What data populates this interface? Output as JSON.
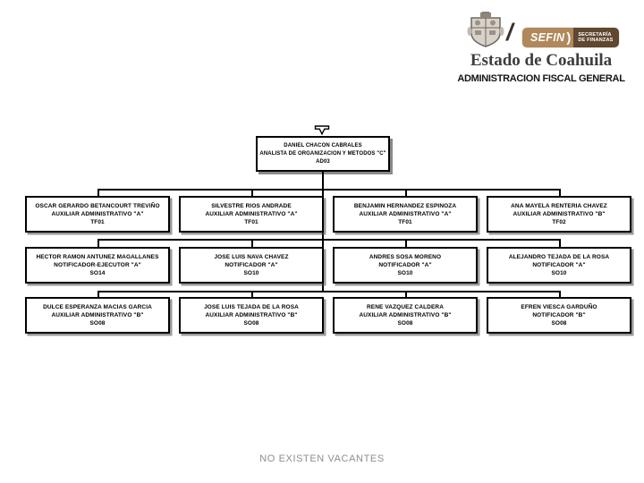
{
  "header": {
    "brand_slash": "/",
    "sefin_label": "SEFIN",
    "sefin_divider": ")",
    "secretaria_line1": "SECRETARÍA",
    "secretaria_line2": "DE FINANZAS",
    "state_name": "Estado de Coahuila",
    "title": "ADMINISTRACION FISCAL GENERAL",
    "colors": {
      "sefin_tan": "#b1885a",
      "sefin_brown": "#5f4730"
    }
  },
  "org_chart": {
    "root": {
      "name": "DANIEL CHACON CABRALES",
      "title": "ANALISTA DE ORGANIZACION Y METODOS \"C\"",
      "code": "AD03"
    },
    "rows": [
      {
        "boxes": [
          {
            "name": "OSCAR GERARDO BETANCOURT TREVIÑO",
            "title": "AUXILIAR ADMINISTRATIVO \"A\"",
            "code": "TF01"
          },
          {
            "name": "SILVESTRE RIOS ANDRADE",
            "title": "AUXILIAR ADMINISTRATIVO \"A\"",
            "code": "TF01"
          },
          {
            "name": "BENJAMIN HERNANDEZ ESPINOZA",
            "title": "AUXILIAR ADMINISTRATIVO \"A\"",
            "code": "TF01"
          },
          {
            "name": "ANA MAYELA RENTERIA CHAVEZ",
            "title": "AUXILIAR ADMINISTRATIVO \"B\"",
            "code": "TF02"
          }
        ]
      },
      {
        "boxes": [
          {
            "name": "HECTOR RAMON ANTUNEZ MAGALLANES",
            "title": "NOTIFICADOR-EJECUTOR \"A\"",
            "code": "SO14"
          },
          {
            "name": "JOSE LUIS NAVA CHAVEZ",
            "title": "NOTIFICADOR \"A\"",
            "code": "SO10"
          },
          {
            "name": "ANDRES SOSA MORENO",
            "title": "NOTIFICADOR \"A\"",
            "code": "SO10"
          },
          {
            "name": "ALEJANDRO TEJADA DE LA ROSA",
            "title": "NOTIFICADOR \"A\"",
            "code": "SO10"
          }
        ]
      },
      {
        "boxes": [
          {
            "name": "DULCE ESPERANZA MACIAS GARCIA",
            "title": "AUXILIAR ADMINISTRATIVO \"B\"",
            "code": "SO08"
          },
          {
            "name": "JOSE LUIS TEJADA DE LA ROSA",
            "title": "AUXILIAR ADMINISTRATIVO \"B\"",
            "code": "SO08"
          },
          {
            "name": "RENE VAZQUEZ CALDERA",
            "title": "AUXILIAR ADMINISTRATIVO \"B\"",
            "code": "SO08"
          },
          {
            "name": "EFREN VIESCA GARDUÑO",
            "title": "NOTIFICADOR \"B\"",
            "code": "SO08"
          }
        ]
      }
    ]
  },
  "footer": {
    "note": "NO EXISTEN VACANTES"
  }
}
